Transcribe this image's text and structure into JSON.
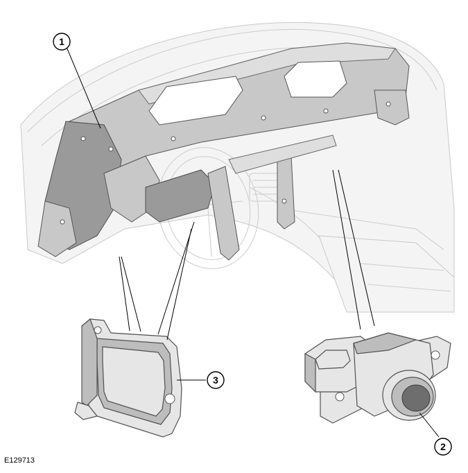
{
  "figure": {
    "reference_code": "E129713",
    "callouts": [
      {
        "number": "1"
      },
      {
        "number": "2"
      },
      {
        "number": "3"
      }
    ]
  }
}
